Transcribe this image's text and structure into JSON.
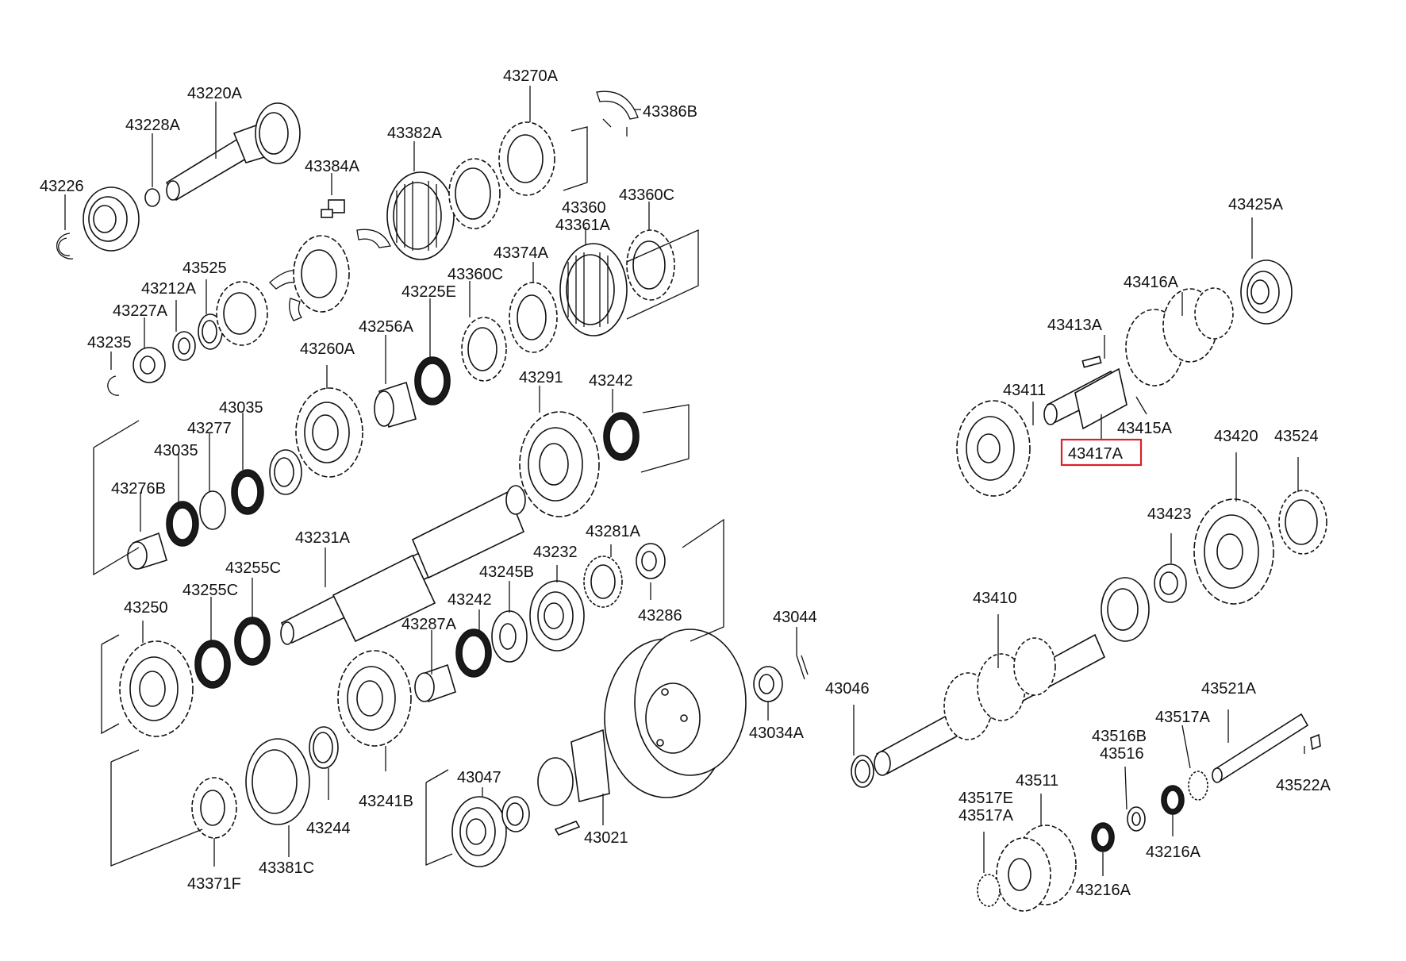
{
  "highlight_color": "#d9202a",
  "part_labels": {
    "p43220A": "43220A",
    "p43228A": "43228A",
    "p43226": "43226",
    "p43270A": "43270A",
    "p43386B": "43386B",
    "p43382A": "43382A",
    "p43384A": "43384A",
    "p43360": "43360",
    "p43361A": "43361A",
    "p43360C_top": "43360C",
    "p43525": "43525",
    "p43212A": "43212A",
    "p43227A": "43227A",
    "p43235": "43235",
    "p43374A": "43374A",
    "p43360C_mid": "43360C",
    "p43225E": "43225E",
    "p43256A": "43256A",
    "p43260A": "43260A",
    "p43291": "43291",
    "p43242_top": "43242",
    "p43035_a": "43035",
    "p43277": "43277",
    "p43035_b": "43035",
    "p43276B": "43276B",
    "p43231A": "43231A",
    "p43281A": "43281A",
    "p43232": "43232",
    "p43245B": "43245B",
    "p43286": "43286",
    "p43255C_a": "43255C",
    "p43255C_b": "43255C",
    "p43250": "43250",
    "p43242_mid": "43242",
    "p43287A": "43287A",
    "p43044": "43044",
    "p43034A": "43034A",
    "p43241B": "43241B",
    "p43244": "43244",
    "p43381C": "43381C",
    "p43371F": "43371F",
    "p43047": "43047",
    "p43021": "43021",
    "p43425A": "43425A",
    "p43416A": "43416A",
    "p43413A": "43413A",
    "p43411": "43411",
    "p43415A": "43415A",
    "p43417A": "43417A",
    "p43420": "43420",
    "p43524": "43524",
    "p43423": "43423",
    "p43410": "43410",
    "p43046": "43046",
    "p43521A": "43521A",
    "p43517A_top": "43517A",
    "p43516B": "43516B",
    "p43516": "43516",
    "p43522A": "43522A",
    "p43511": "43511",
    "p43517E": "43517E",
    "p43517A_bot": "43517A",
    "p43216A_a": "43216A",
    "p43216A_b": "43216A"
  }
}
